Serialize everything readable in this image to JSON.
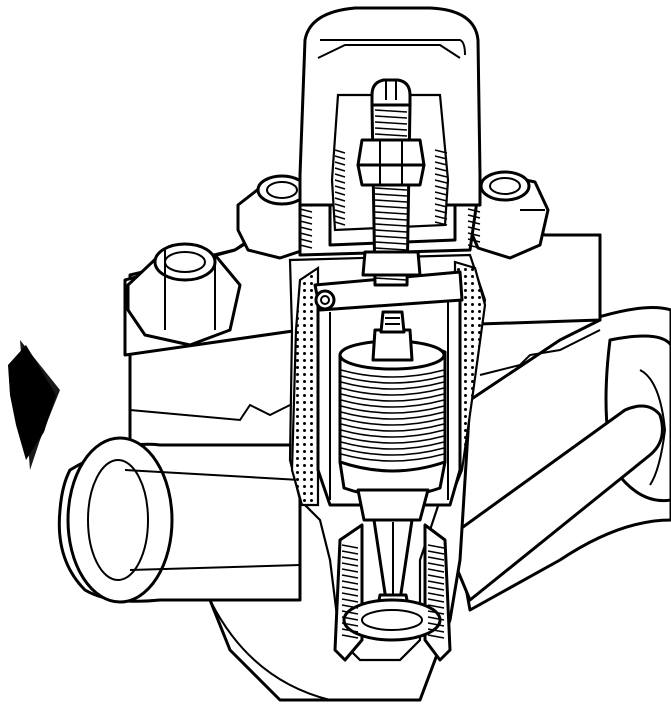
{
  "figure": {
    "kind": "technical cutaway illustration of a steam trap valve",
    "flow_arrow_direction": "right",
    "line_color": "#000000",
    "background_color": "#ffffff"
  },
  "parts": [
    {
      "name": "cap-nut",
      "icon": "cap-nut-icon"
    },
    {
      "name": "adjusting-stem",
      "icon": "threaded-stem-icon"
    },
    {
      "name": "lock-nut",
      "icon": "hex-nut-icon"
    },
    {
      "name": "bonnet",
      "icon": "bonnet-icon"
    },
    {
      "name": "bonnet-bolts",
      "icon": "hex-bolt-icon"
    },
    {
      "name": "perforated-strainer-screen",
      "icon": "screen-icon"
    },
    {
      "name": "bellows-element",
      "icon": "bellows-icon"
    },
    {
      "name": "valve-plug",
      "icon": "valve-plug-icon"
    },
    {
      "name": "seat",
      "icon": "seat-icon"
    },
    {
      "name": "body-inlet",
      "icon": "pipe-inlet-icon"
    },
    {
      "name": "body-outlet",
      "icon": "pipe-outlet-icon"
    }
  ]
}
